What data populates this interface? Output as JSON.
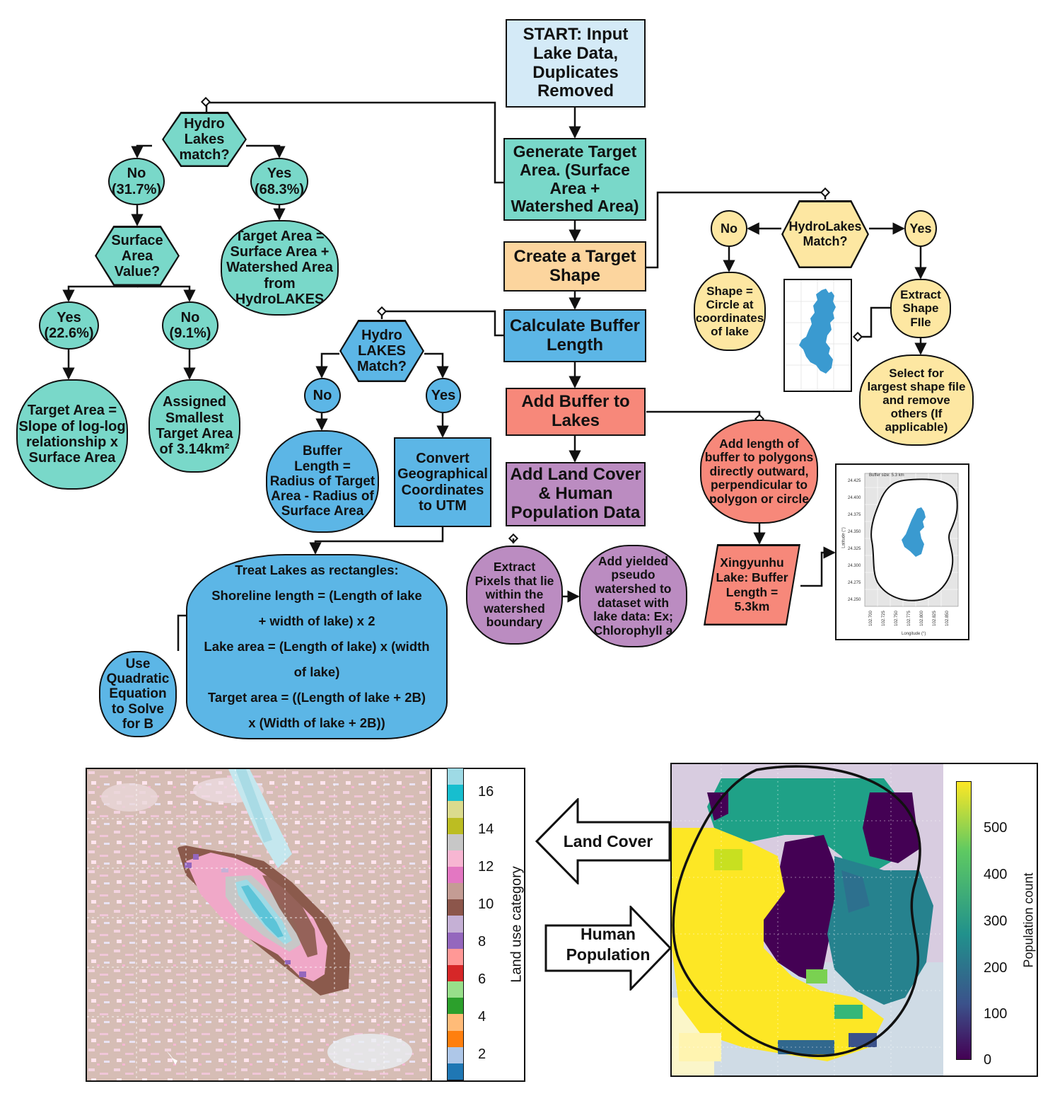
{
  "flow": {
    "start": "START: Input\nLake Data,\nDuplicates\nRemoved",
    "generate": "Generate Target\nArea. (Surface\nArea +\nWatershed Area)",
    "create_shape": "Create a Target\nShape",
    "calc_buffer": "Calculate Buffer\nLength",
    "add_buffer": "Add Buffer to\nLakes",
    "add_landcover": "Add Land Cover\n& Human\nPopulation Data",
    "hydro_match_1": "Hydro\nLakes\nmatch?",
    "no_1": "No\n(31.7%)",
    "yes_1": "Yes\n(68.3%)",
    "target_hydro": "Target Area =\nSurface Area +\nWatershed Area\nfrom\nHydroLAKES",
    "surface_value": "Surface\nArea\nValue?",
    "yes_2": "Yes\n(22.6%)",
    "no_2": "No\n(9.1%)",
    "target_slope": "Target Area =\nSlope of log-log\nrelationship x\nSurface Area",
    "assigned_smallest": "Assigned\nSmallest\nTarget Area\nof 3.14km²",
    "hydro_match_2": "Hydro\nLAKES\nMatch?",
    "no_3": "No",
    "yes_3": "Yes",
    "buffer_radius": "Buffer\nLength =\nRadius of Target\nArea - Radius of\nSurface Area",
    "convert_utm": "Convert\nGeographical\nCoordinates\nto UTM",
    "treat_rect": "Treat Lakes as rectangles:\nShoreline length = (Length of lake\n+ width of lake) x 2\nLake area = (Length of lake) x (width\nof lake)\nTarget area = ((Length of lake + 2B)\nx (Width of lake + 2B))",
    "quadratic": "Use\nQuadratic\nEquation\nto Solve\nfor B",
    "hydro_match_3": "HydroLakes\nMatch?",
    "no_4": "No",
    "yes_4": "Yes",
    "shape_circle": "Shape =\nCircle at\ncoordinates\nof lake",
    "extract_shape": "Extract\nShape\nFIle",
    "select_largest": "Select for\nlargest shape file\nand remove\nothers (If\napplicable)",
    "add_length": "Add length of\nbuffer to polygons\ndirectly outward,\nperpendicular to\npolygon or circle",
    "xingyunhu": "Xingyunhu\nLake: Buffer\nLength =\n5.3km",
    "extract_pixels": "Extract\nPixels that lie\nwithin the\nwatershed\nboundary",
    "add_yielded": "Add yielded\npseudo\nwatershed to\ndataset with\nlake data: Ex;\nChlorophyll a"
  },
  "buffer_plot": {
    "title": "Buffer size: 5.3 km",
    "ylabel": "Latitude (°)",
    "xlabel": "Longitude (°)",
    "yticks": [
      "24.425",
      "24.400",
      "24.375",
      "24.350",
      "24.325",
      "24.300",
      "24.275",
      "24.250"
    ],
    "xticks": [
      "102.700",
      "102.725",
      "102.750",
      "102.775",
      "102.800",
      "102.825",
      "102.850"
    ]
  },
  "arrows": {
    "land_cover": "Land Cover",
    "human_population": "Human\nPopulation"
  },
  "landcover_colorbar": {
    "label": "Land use category",
    "ticks": [
      "16",
      "14",
      "12",
      "10",
      "8",
      "6",
      "4",
      "2"
    ],
    "colors": [
      "#1f77b4",
      "#aec7e8",
      "#ff7f0e",
      "#ffbb78",
      "#2ca02c",
      "#98df8a",
      "#d62728",
      "#ff9896",
      "#9467bd",
      "#c5b0d5",
      "#8c564b",
      "#c49c94",
      "#e377c2",
      "#f7b6d2",
      "#c7c7c7",
      "#bcbd22",
      "#dbdb8d",
      "#17becf",
      "#9edae5"
    ]
  },
  "population_colorbar": {
    "label": "Population count",
    "ticks": [
      "500",
      "400",
      "300",
      "200",
      "100",
      "0"
    ]
  },
  "colors": {
    "teal": "#79d8c9",
    "light_blue": "#d4eaf7",
    "peach": "#fcd59e",
    "blue": "#5cb6e6",
    "salmon": "#f7887a",
    "purple": "#bb8cc1",
    "yellow": "#fde7a2",
    "lake_blue": "#3a9ad0"
  }
}
